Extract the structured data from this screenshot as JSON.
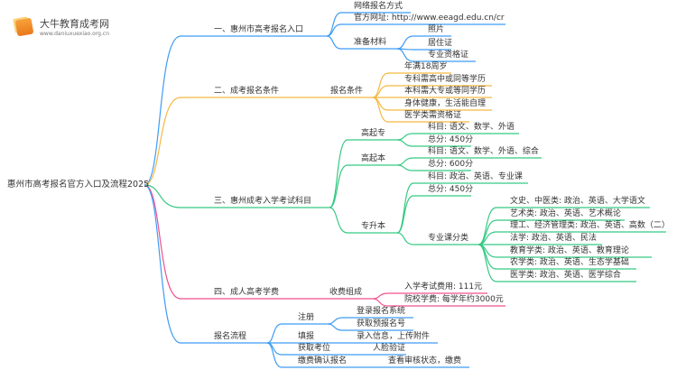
{
  "logo": {
    "name": "大牛教育成考网",
    "url": "www.daniuxuexiao.org.cn"
  },
  "root": "惠州市高考报名官方入口及流程2025",
  "colors": {
    "b1": "#3d9cf5",
    "b2": "#f5b942",
    "b3": "#35c983",
    "b4": "#f0508e",
    "b5": "#3d9cf5"
  },
  "b1": {
    "label": "一、惠州市高考报名入口",
    "c1": "网络报名方式",
    "c2": "官方网址: http://www.eeagd.edu.cn/cr",
    "c3": "准备材料",
    "g1": "照片",
    "g2": "居住证",
    "g3": "专业资格证"
  },
  "b2": {
    "label": "二、成考报名条件",
    "sub": "报名条件",
    "l1": "年满18周岁",
    "l2": "专科需高中或同等学历",
    "l3": "本科需大专或等同学历",
    "l4": "身体健康，生活能自理",
    "l5": "医学类需资格证"
  },
  "b3": {
    "label": "三、惠州成考入学考试科目",
    "gqz": "高起专",
    "gqz1": "科目: 语文、数学、外语",
    "gqz2": "总分: 450分",
    "gqb": "高起本",
    "gqb1": "科目: 语文、数学、外语、综合",
    "gqb2": "总分: 600分",
    "zsb": "专升本",
    "zsb1": "科目: 政治、英语、专业课",
    "zsb2": "总分: 450分",
    "zyk": "专业课分类",
    "k1": "文史、中医类: 政治、英语、大学语文",
    "k2": "艺术类: 政治、英语、艺术概论",
    "k3": "理工、经济管理类: 政治、英语、高数（二）",
    "k4": "法学: 政治、英语、民法",
    "k5": "教育学类: 政治、英语、教育理论",
    "k6": "农学类: 政治、英语、生态学基础",
    "k7": "医学类: 政治、英语、医学综合"
  },
  "b4": {
    "label": "四、成人高考学费",
    "sub": "收费组成",
    "l1": "入学考试费用: 111元",
    "l2": "院校学费: 每学年约3000元"
  },
  "b5": {
    "label": "报名流程",
    "zc": "注册",
    "zc1": "登录报名系统",
    "zc2": "获取预报名号",
    "tb": "填报",
    "tb1": "录入信息，上传附件",
    "kw": "获取考位",
    "kw1": "人脸验证",
    "jf": "缴费确认报名",
    "jf1": "查看审核状态，缴费"
  }
}
